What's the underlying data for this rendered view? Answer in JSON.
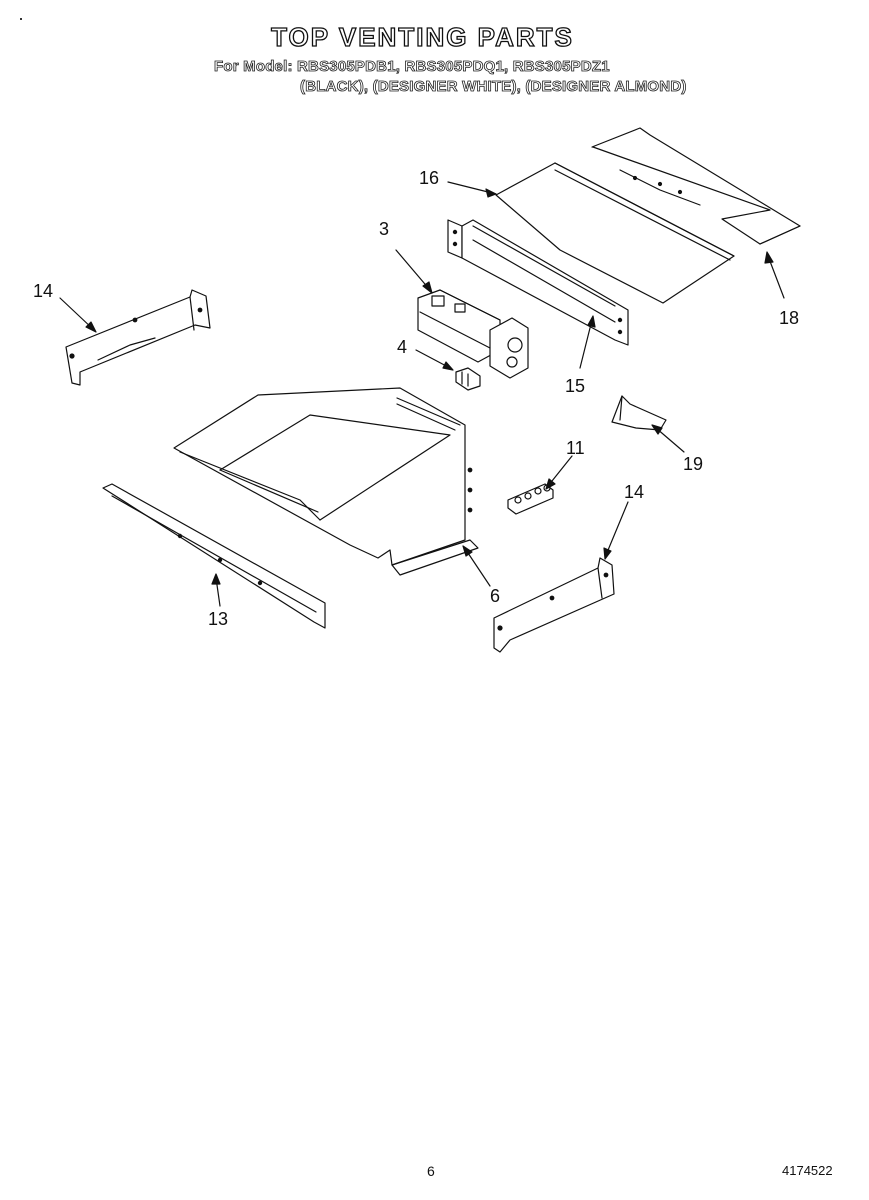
{
  "header": {
    "title": "TOP VENTING PARTS",
    "model_line": "For Model: RBS305PDB1, RBS305PDQ1, RBS305PDZ1",
    "finish_line": "(BLACK), (DESIGNER WHITE), (DESIGNER ALMOND)"
  },
  "callouts": {
    "c16": "16",
    "c3": "3",
    "c14_left": "14",
    "c4": "4",
    "c15": "15",
    "c18": "18",
    "c11": "11",
    "c19": "19",
    "c14_right": "14",
    "c6": "6",
    "c13": "13"
  },
  "footer": {
    "page_number": "6",
    "document_number": "4174522"
  }
}
